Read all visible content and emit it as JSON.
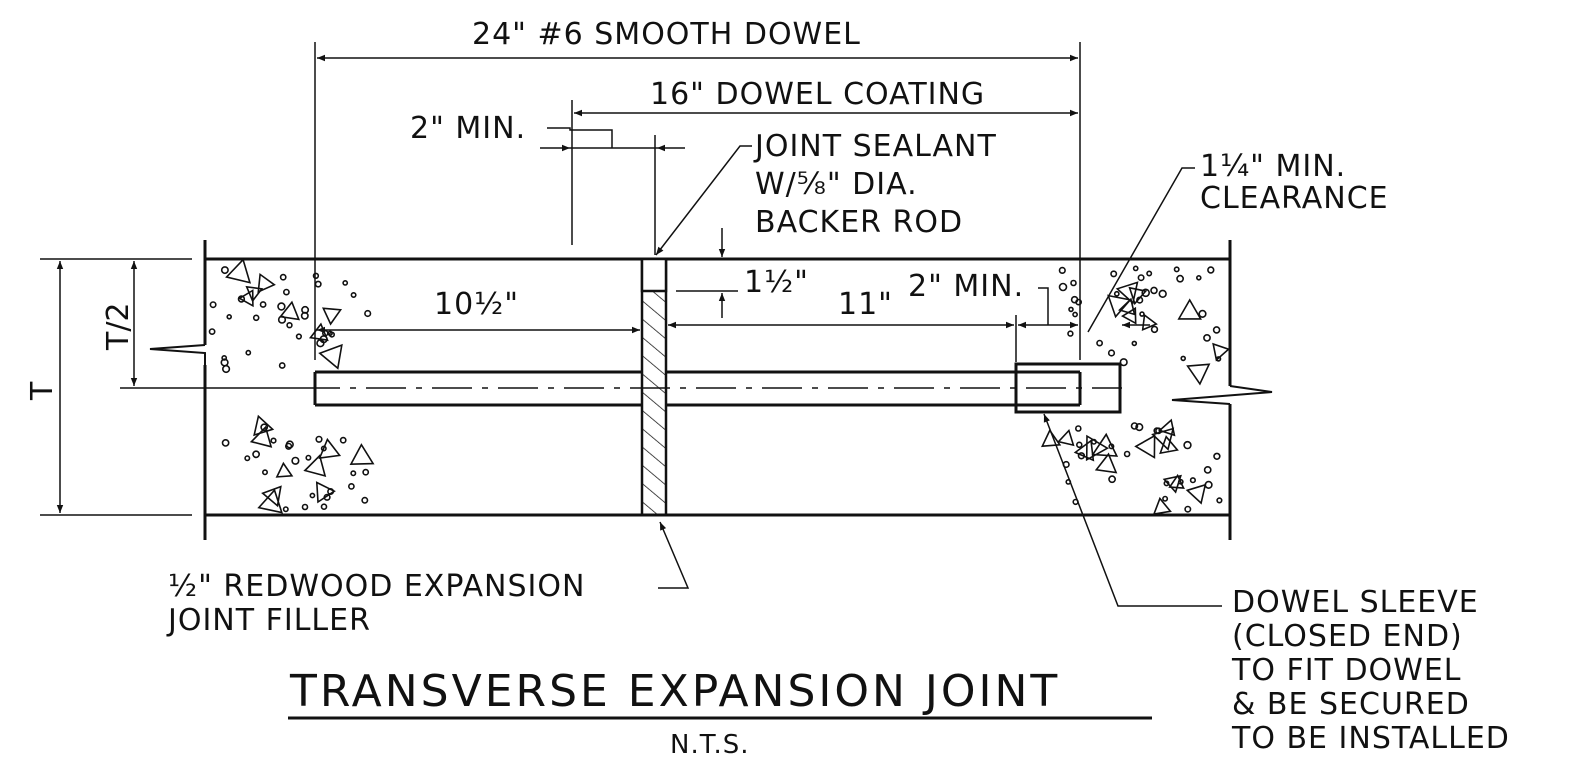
{
  "title": "TRANSVERSE EXPANSION JOINT",
  "scale_note": "N.T.S.",
  "dimensions": {
    "dowel_length": "24\" #6 SMOOTH DOWEL",
    "coating_length": "16\" DOWEL COATING",
    "coating_min": "2\" MIN.",
    "left_embed": "10½\"",
    "sealant_depth": "1½\"",
    "right_embed": "11\"",
    "sleeve_min": "2\" MIN.",
    "half_thickness": "T/2",
    "thickness": "T"
  },
  "callouts": {
    "joint_sealant": [
      "JOINT SEALANT",
      "W/⅝\" DIA.",
      "BACKER ROD"
    ],
    "clearance": [
      "1¼\" MIN.",
      "CLEARANCE"
    ],
    "filler": [
      "½\" REDWOOD EXPANSION",
      "JOINT FILLER"
    ],
    "dowel_sleeve": [
      "DOWEL SLEEVE",
      "(CLOSED END)",
      "TO FIT DOWEL",
      "& BE SECURED",
      "TO BE INSTALLED"
    ]
  },
  "colors": {
    "line": "#111111",
    "background": "#ffffff"
  }
}
